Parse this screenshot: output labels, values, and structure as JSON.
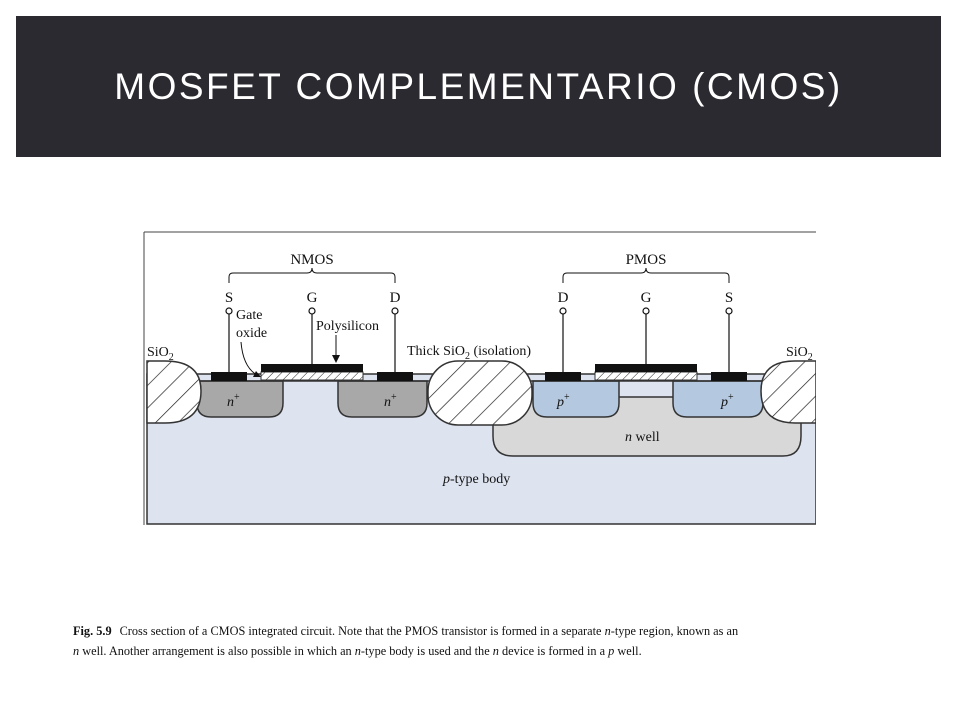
{
  "slide": {
    "title": "MOSFET COMPLEMENTARIO (CMOS)"
  },
  "figure": {
    "nmos": {
      "label": "NMOS",
      "terminals": [
        "S",
        "G",
        "D"
      ],
      "gate_oxide": [
        "Gate",
        "oxide"
      ],
      "polysilicon": "Polysilicon",
      "source_region": "n",
      "drain_region": "n",
      "doping_sup": "+"
    },
    "pmos": {
      "label": "PMOS",
      "terminals": [
        "D",
        "G",
        "S"
      ],
      "source_region": "p",
      "drain_region": "p",
      "doping_sup": "+"
    },
    "left_oxide": {
      "main": "SiO",
      "sub": "2"
    },
    "right_oxide": {
      "main": "SiO",
      "sub": "2"
    },
    "thick_oxide": {
      "pre": "Thick SiO",
      "sub": "2",
      "post": " (isolation)"
    },
    "nwell": {
      "n": "n",
      "rest": " well"
    },
    "body": {
      "p": "p",
      "rest": "-type body"
    },
    "colors": {
      "body": "#dde3ef",
      "nplus": "#a8a8a8",
      "pplus": "#b4c8e0",
      "nwell": "#d8d8d8",
      "metal": "#111111"
    }
  },
  "caption": {
    "label": "Fig. 5.9",
    "line1_a": "Cross section of a CMOS integrated circuit.  Note that the PMOS transistor is formed in a separate ",
    "line1_b": "n",
    "line1_c": "-type region, known as an",
    "line2_a": "n",
    "line2_b": " well.  Another arrangement is also possible in which an ",
    "line2_c": "n",
    "line2_d": "-type body is used and the ",
    "line2_e": "n",
    "line2_f": " device is formed in a ",
    "line2_g": "p",
    "line2_h": " well."
  }
}
